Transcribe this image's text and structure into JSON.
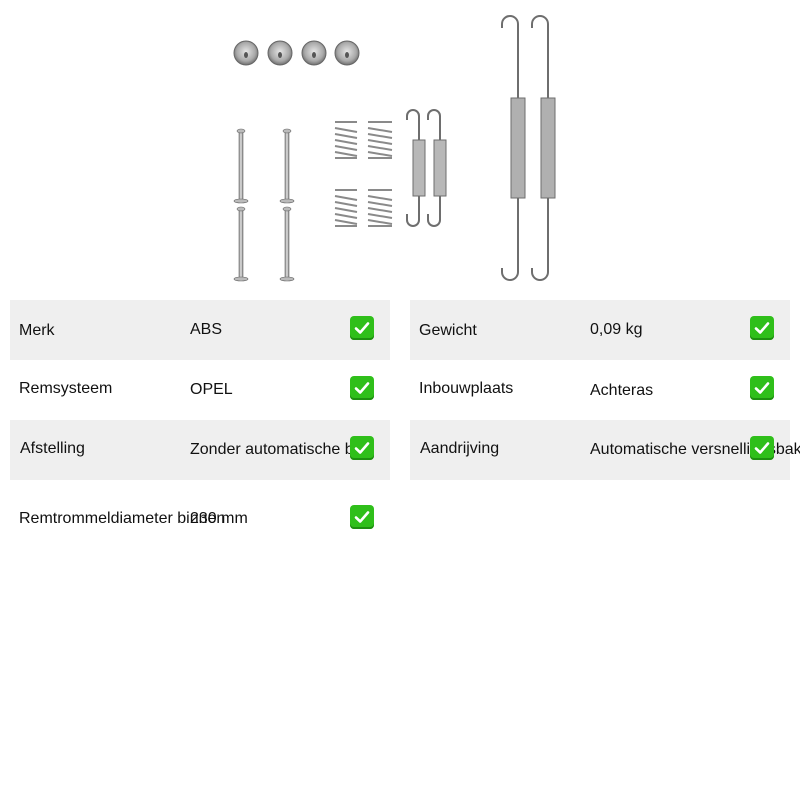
{
  "product": {
    "image_icon": "brake-shoe-accessory-kit-image"
  },
  "specs_left": [
    {
      "label": "Merk",
      "value": "ABS"
    },
    {
      "label": "Remsysteem",
      "value": "OPEL"
    },
    {
      "label": "Afstelling",
      "value": "Zonder automatische bijst"
    },
    {
      "label": "Remtrommeldiameter binnen",
      "value": "230 mm"
    }
  ],
  "specs_right": [
    {
      "label": "Gewicht",
      "value": "0,09 kg"
    },
    {
      "label": "Inbouwplaats",
      "value": "Achteras"
    },
    {
      "label": "Aandrijving",
      "value": "Automatische versnellingsbak"
    }
  ],
  "icons": {
    "check": "check-mark-button-icon"
  },
  "colors": {
    "row_shade": "#efefef",
    "check_green": "#2fbf1a"
  }
}
